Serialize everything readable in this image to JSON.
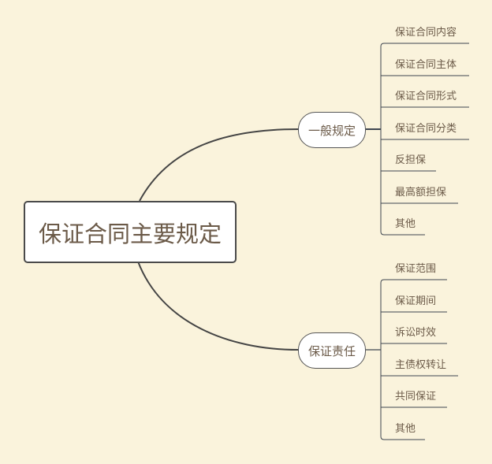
{
  "root": {
    "label": "保证合同主要规定"
  },
  "branches": [
    {
      "label": "一般规定",
      "children": [
        "保证合同内容",
        "保证合同主体",
        "保证合同形式",
        "保证合同分类",
        "反担保",
        "最高额担保",
        "其他"
      ]
    },
    {
      "label": "保证责任",
      "children": [
        "保证范围",
        "保证期间",
        "诉讼时效",
        "主债权转让",
        "共同保证",
        "其他"
      ]
    }
  ],
  "colors": {
    "background": "#faf3dc",
    "line": "#3f4650",
    "text": "#6b5a48"
  }
}
